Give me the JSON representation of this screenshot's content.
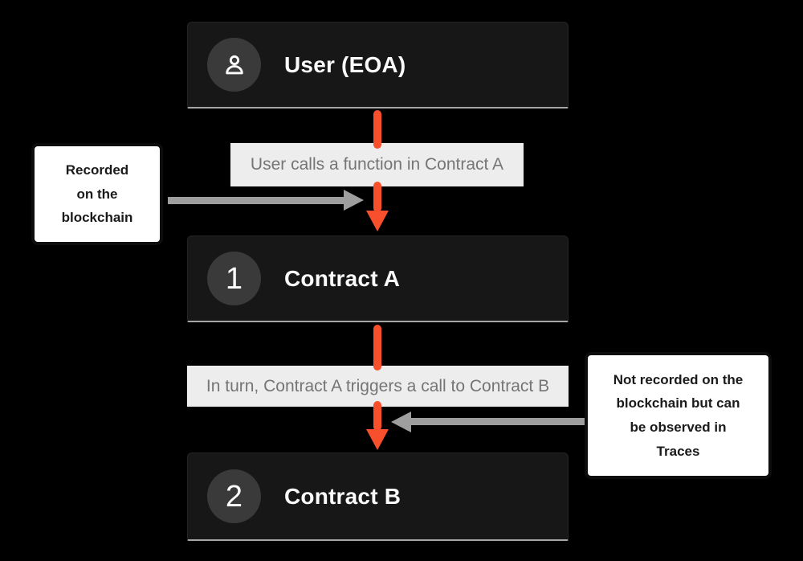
{
  "colors": {
    "background": "#000000",
    "node_background": "#171717",
    "node_bottom_border": "#a6a6a6",
    "node_text": "#fafafa",
    "badge_background": "#3a3a3a",
    "accent_orange": "#f8502c",
    "arrow_gray": "#9e9e9e",
    "flow_label_background": "#ededed",
    "flow_label_text": "#757575",
    "note_background": "#ffffff",
    "note_text": "#1a1a1a"
  },
  "nodes": {
    "user": {
      "title": "User (EOA)",
      "icon": "user-icon"
    },
    "contract_a": {
      "badge": "1",
      "title": "Contract A"
    },
    "contract_b": {
      "badge": "2",
      "title": "Contract B"
    }
  },
  "edges": {
    "user_to_a": {
      "label": "User calls a function in Contract A"
    },
    "a_to_b": {
      "label": "In turn, Contract A triggers a call to Contract B"
    }
  },
  "notes": {
    "recorded": {
      "text": "Recorded\non the\nblockchain"
    },
    "not_recorded": {
      "text": "Not recorded on the\nblockchain but can\nbe observed in\nTraces"
    }
  }
}
